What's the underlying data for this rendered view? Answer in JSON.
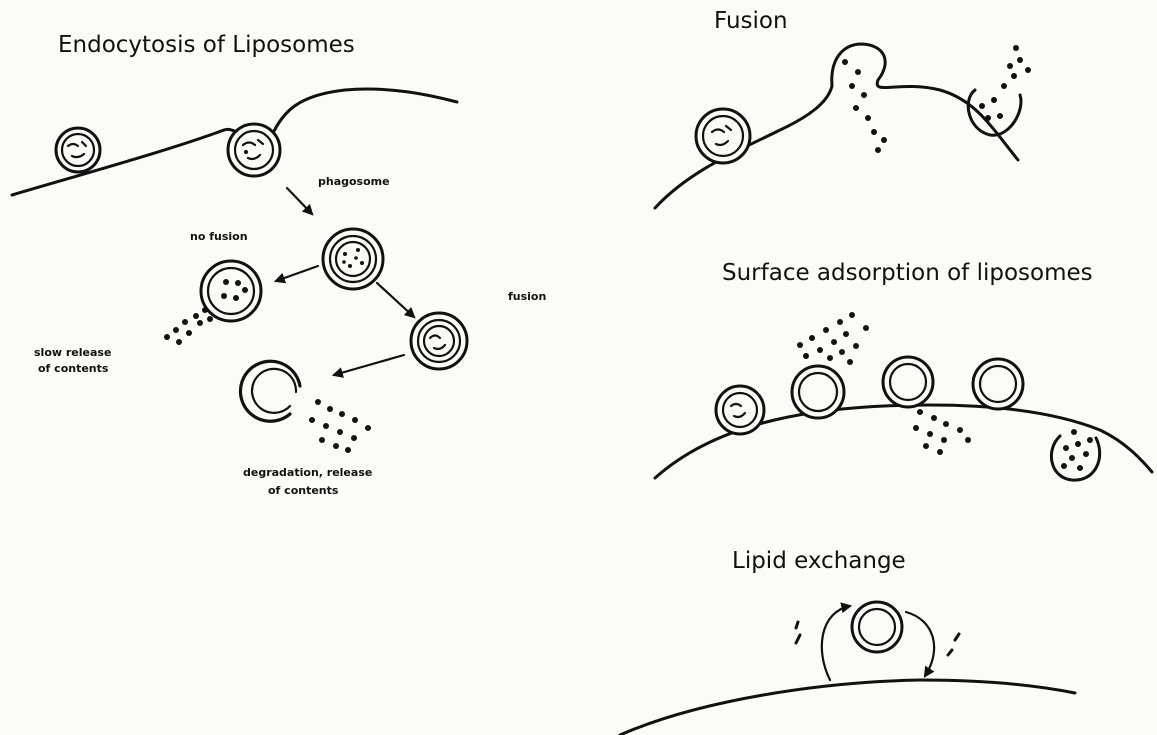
{
  "titles": {
    "endocytosis": "Endocytosis of Liposomes",
    "fusion": "Fusion",
    "surface_adsorption": "Surface adsorption of liposomes",
    "lipid_exchange": "Lipid exchange"
  },
  "labels": {
    "phagosome": "phagosome",
    "no_fusion": "no fusion",
    "fusion": "fusion",
    "slow_release_1": "slow release",
    "slow_release_2": "of contents",
    "degradation_1": "degradation, release",
    "degradation_2": "of contents"
  },
  "colors": {
    "ink": "#111111",
    "paper": "#fbfbf8"
  }
}
